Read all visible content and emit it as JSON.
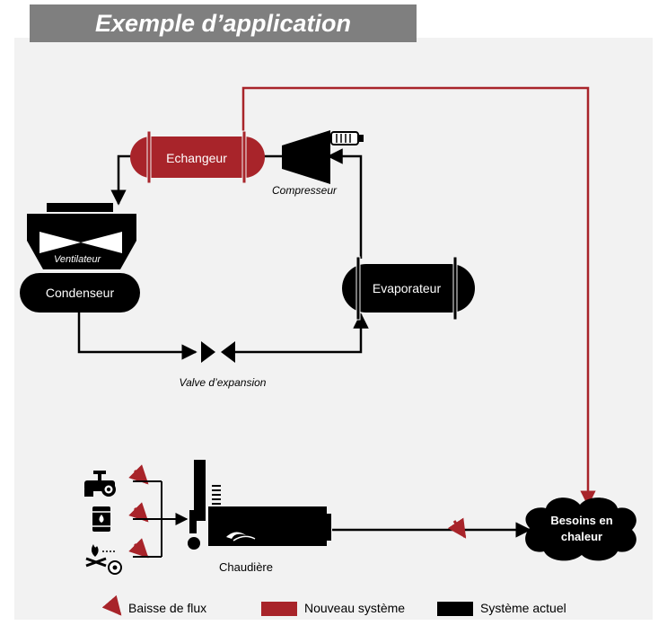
{
  "title": "Exemple d’application",
  "components": {
    "echangeur": "Echangeur",
    "compresseur": "Compresseur",
    "ventilateur": "Ventilateur",
    "condenseur": "Condenseur",
    "evaporateur": "Evaporateur",
    "valve": "Valve d’expansion",
    "chaudiere": "Chaudière",
    "besoins_line1": "Besoins en",
    "besoins_line2": "chaleur"
  },
  "legend": {
    "baisse": "Baisse de flux",
    "nouveau": "Nouveau système",
    "actuel": "Système actuel"
  },
  "colors": {
    "new_system": "#a8242a",
    "current_system": "#000000",
    "title_bg": "#7f7f7f",
    "panel_bg": "#f2f2f2"
  }
}
